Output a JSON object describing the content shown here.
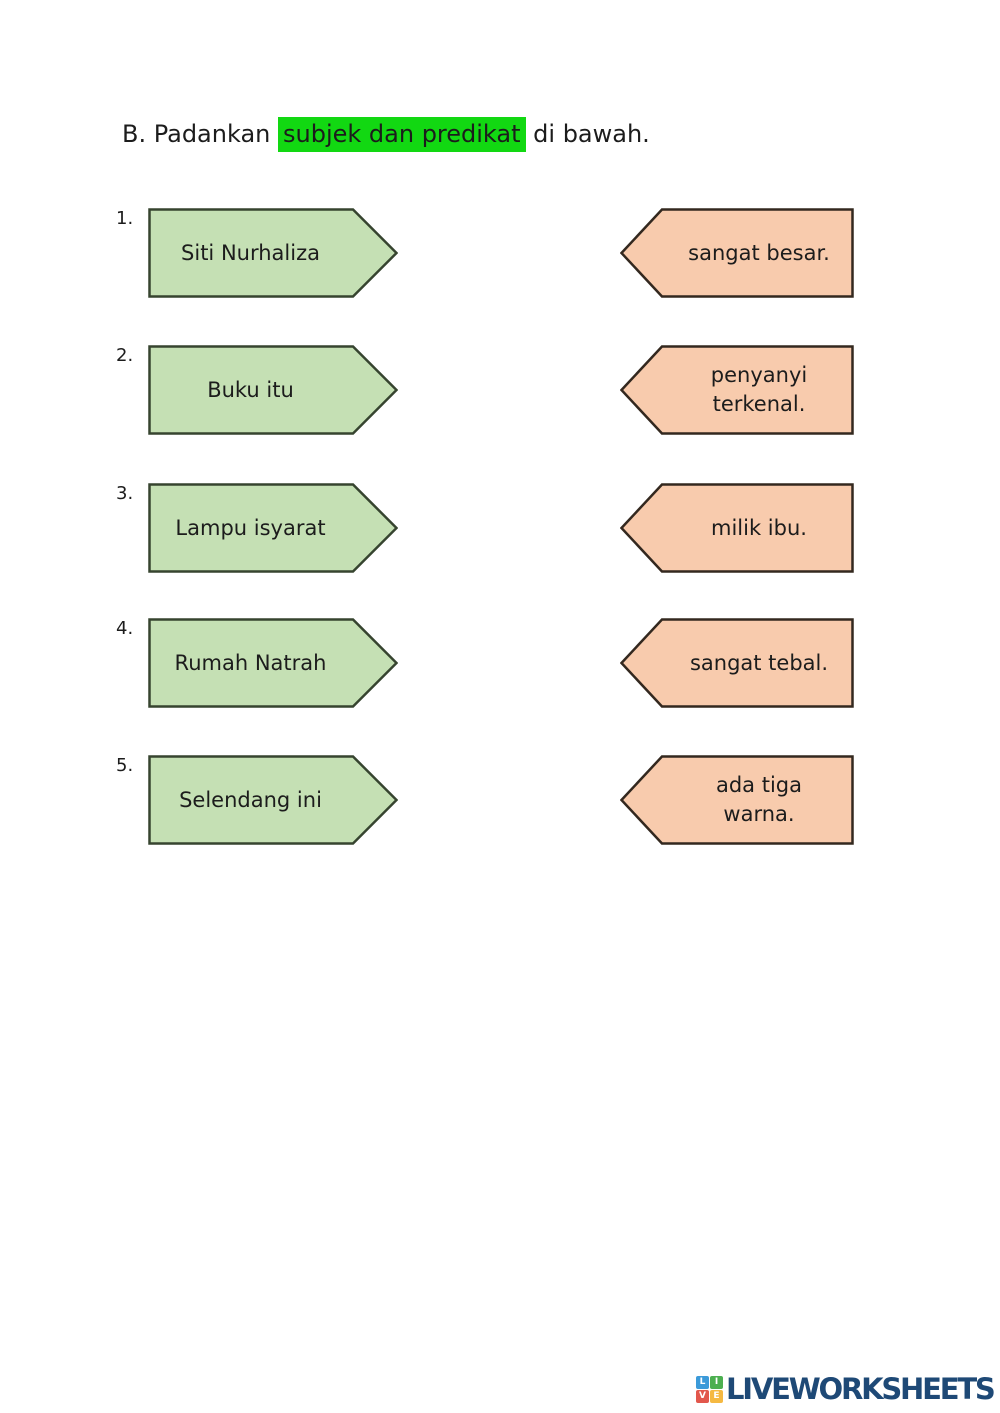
{
  "title": {
    "prefix": "B. Padankan ",
    "highlight": "subjek dan predikat",
    "suffix": " di bawah."
  },
  "colors": {
    "highlight": "#12d812",
    "text": "#1c1c1c",
    "subject_fill": "#c5e0b4",
    "subject_border": "#36442f",
    "predicate_fill": "#f8cbad",
    "predicate_border": "#33281f",
    "logo_text": "#1e4976",
    "logo_blue": "#3b9ad9",
    "logo_green": "#4caf50",
    "logo_red": "#e2574c",
    "logo_yellow": "#f5b942"
  },
  "rows": [
    {
      "num": "1.",
      "subject": "Siti Nurhaliza",
      "predicate": "sangat besar."
    },
    {
      "num": "2.",
      "subject": "Buku itu",
      "predicate": "penyanyi terkenal."
    },
    {
      "num": "3.",
      "subject": "Lampu isyarat",
      "predicate": "milik ibu."
    },
    {
      "num": "4.",
      "subject": "Rumah Natrah",
      "predicate": "sangat tebal."
    },
    {
      "num": "5.",
      "subject": "Selendang ini",
      "predicate": "ada tiga warna."
    }
  ],
  "footer": {
    "logo_letters": [
      "L",
      "I",
      "V",
      "E"
    ],
    "logo_text": "LIVEWORKSHEETS"
  }
}
